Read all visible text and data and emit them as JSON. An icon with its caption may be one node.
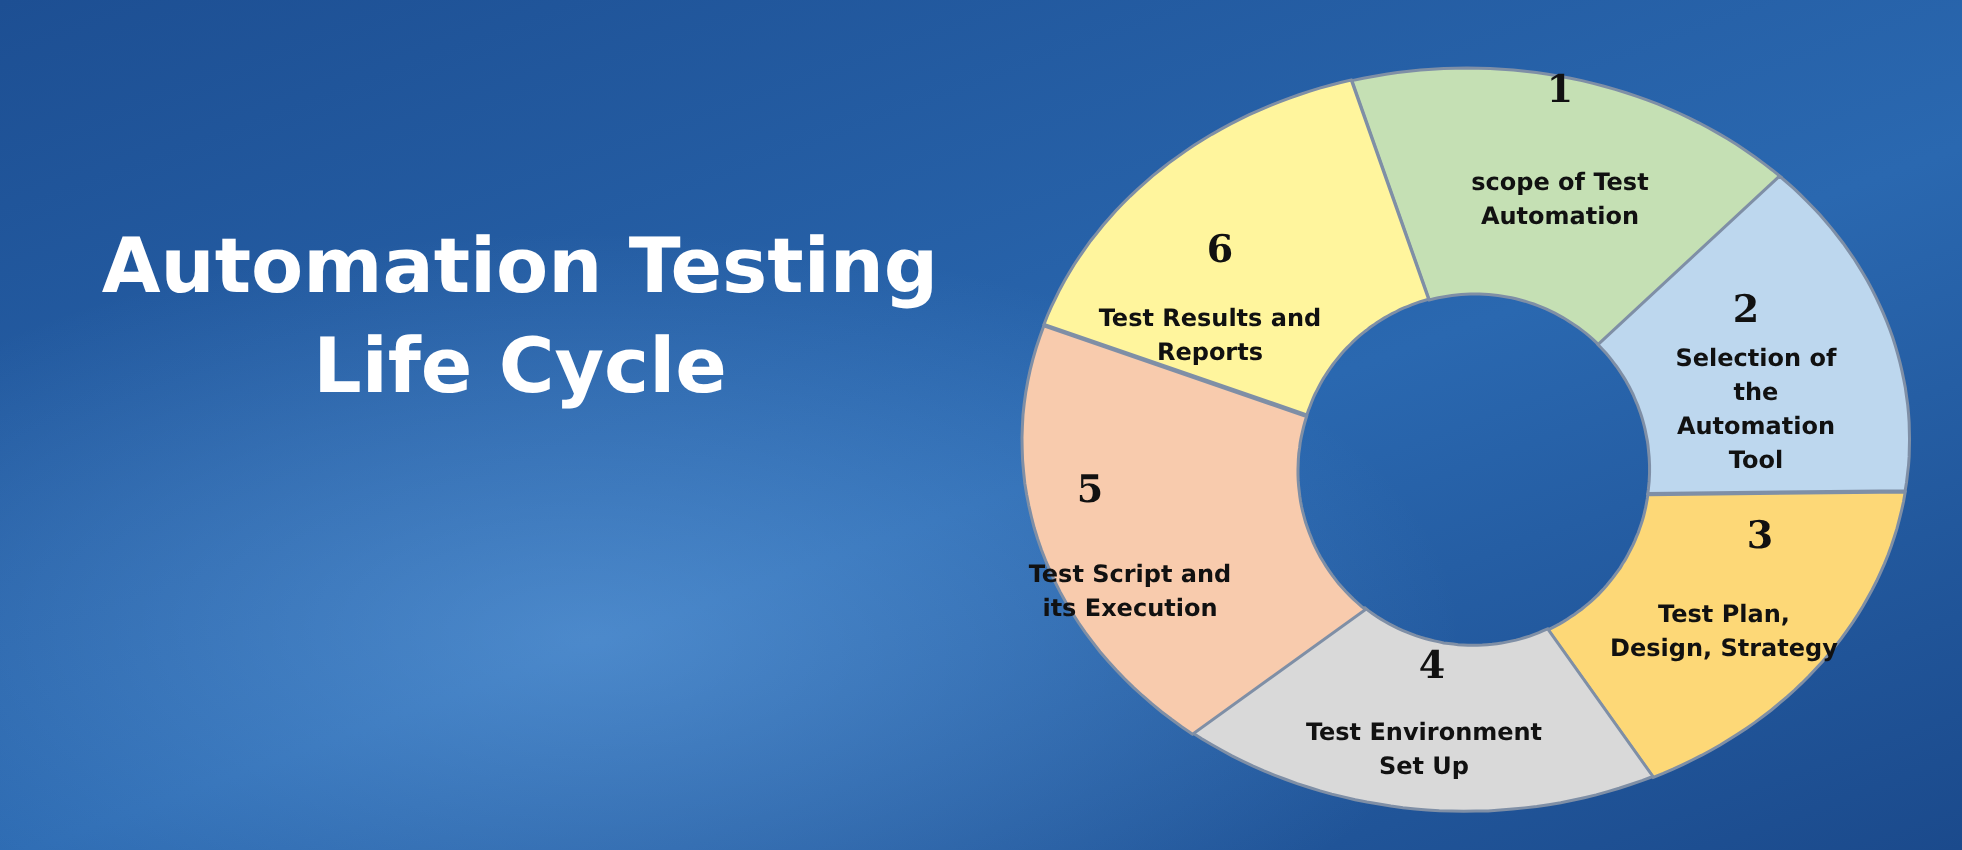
{
  "diagram": {
    "title": "Automation Testing Life Cycle",
    "nodes": [
      {
        "text": [
          "1",
          "scope of Test Automation"
        ]
      },
      {
        "text": [
          "2",
          "Selection of the Automation Tool"
        ]
      },
      {
        "text": [
          "3",
          "Test Plan, Design, Strategy"
        ]
      },
      {
        "text": [
          "4",
          "Test Environment Set Up"
        ]
      },
      {
        "text": [
          "5",
          "Test Script and its Execution"
        ]
      },
      {
        "text": [
          "6",
          "Test Results and Reports"
        ]
      }
    ]
  }
}
